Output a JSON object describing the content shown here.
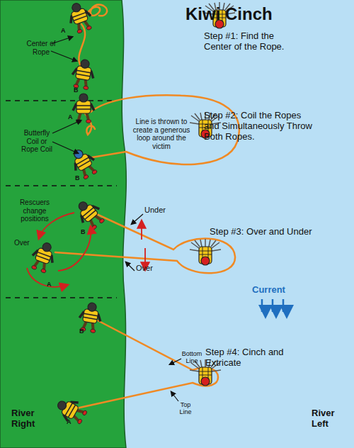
{
  "diagram": {
    "title": "Kiwi Cinch",
    "labels": [
      "Step #1: Find the Center of the Rope.",
      "A",
      "Center of Rope",
      "B",
      "Line is thrown to create a generous loop around the victim",
      "Step #2: Coil the Ropes and Simultaneously Throw Both Ropes.",
      "A",
      "Butterfly Coil or Rope Coil",
      "B",
      "Under",
      "Rescuers change positions",
      "B",
      "Step #3: Over and Under",
      "Over",
      "Over",
      "A",
      "Current",
      "B",
      "Step #4: Cinch and Extricate",
      "Bottom Line",
      "Top Line",
      "River Right",
      "A",
      "River Left"
    ]
  }
}
